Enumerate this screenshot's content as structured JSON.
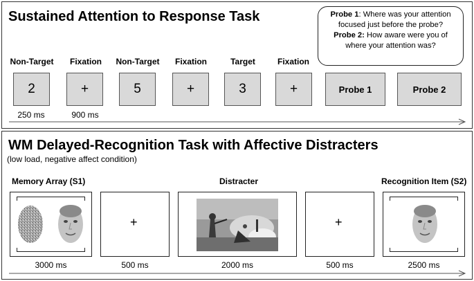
{
  "top": {
    "title": "Sustained Attention to Response Task",
    "bubble": {
      "probe1_label": "Probe 1",
      "probe1_text": ": Where was your attention focused just before the probe?",
      "probe2_label": "Probe 2:",
      "probe2_text": " How aware were you of where your attention was?"
    },
    "steps": [
      {
        "label": "Non-Target",
        "content": "2"
      },
      {
        "label": "Fixation",
        "content": "+"
      },
      {
        "label": "Non-Target",
        "content": "5"
      },
      {
        "label": "Fixation",
        "content": "+"
      },
      {
        "label": "Target",
        "content": "3"
      },
      {
        "label": "Fixation",
        "content": "+"
      },
      {
        "label": "",
        "content": "Probe 1"
      },
      {
        "label": "",
        "content": "Probe 2"
      }
    ],
    "times": [
      "250 ms",
      "900 ms"
    ]
  },
  "bottom": {
    "title": "WM Delayed-Recognition Task with Affective Distracters",
    "subtitle": "(low load, negative affect condition)",
    "labels": {
      "memory": "Memory  Array (S1)",
      "distracter": "Distracter",
      "recognition": "Recognition Item (S2)"
    },
    "fixation": "+",
    "times": [
      "3000 ms",
      "500 ms",
      "2000 ms",
      "500 ms",
      "2500 ms"
    ]
  }
}
